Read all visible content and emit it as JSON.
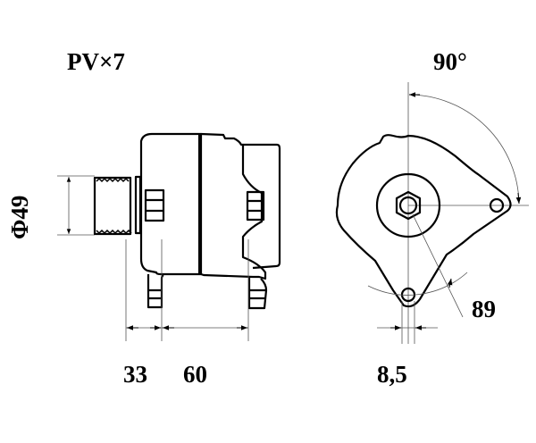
{
  "labels": {
    "belt": "PV×7",
    "angle": "90°",
    "pulley_diameter": "Φ49",
    "dim_33": "33",
    "dim_60": "60",
    "dim_8_5": "8,5",
    "dim_89": "89"
  },
  "colors": {
    "line": "#000000",
    "dimension_line": "#555555"
  }
}
